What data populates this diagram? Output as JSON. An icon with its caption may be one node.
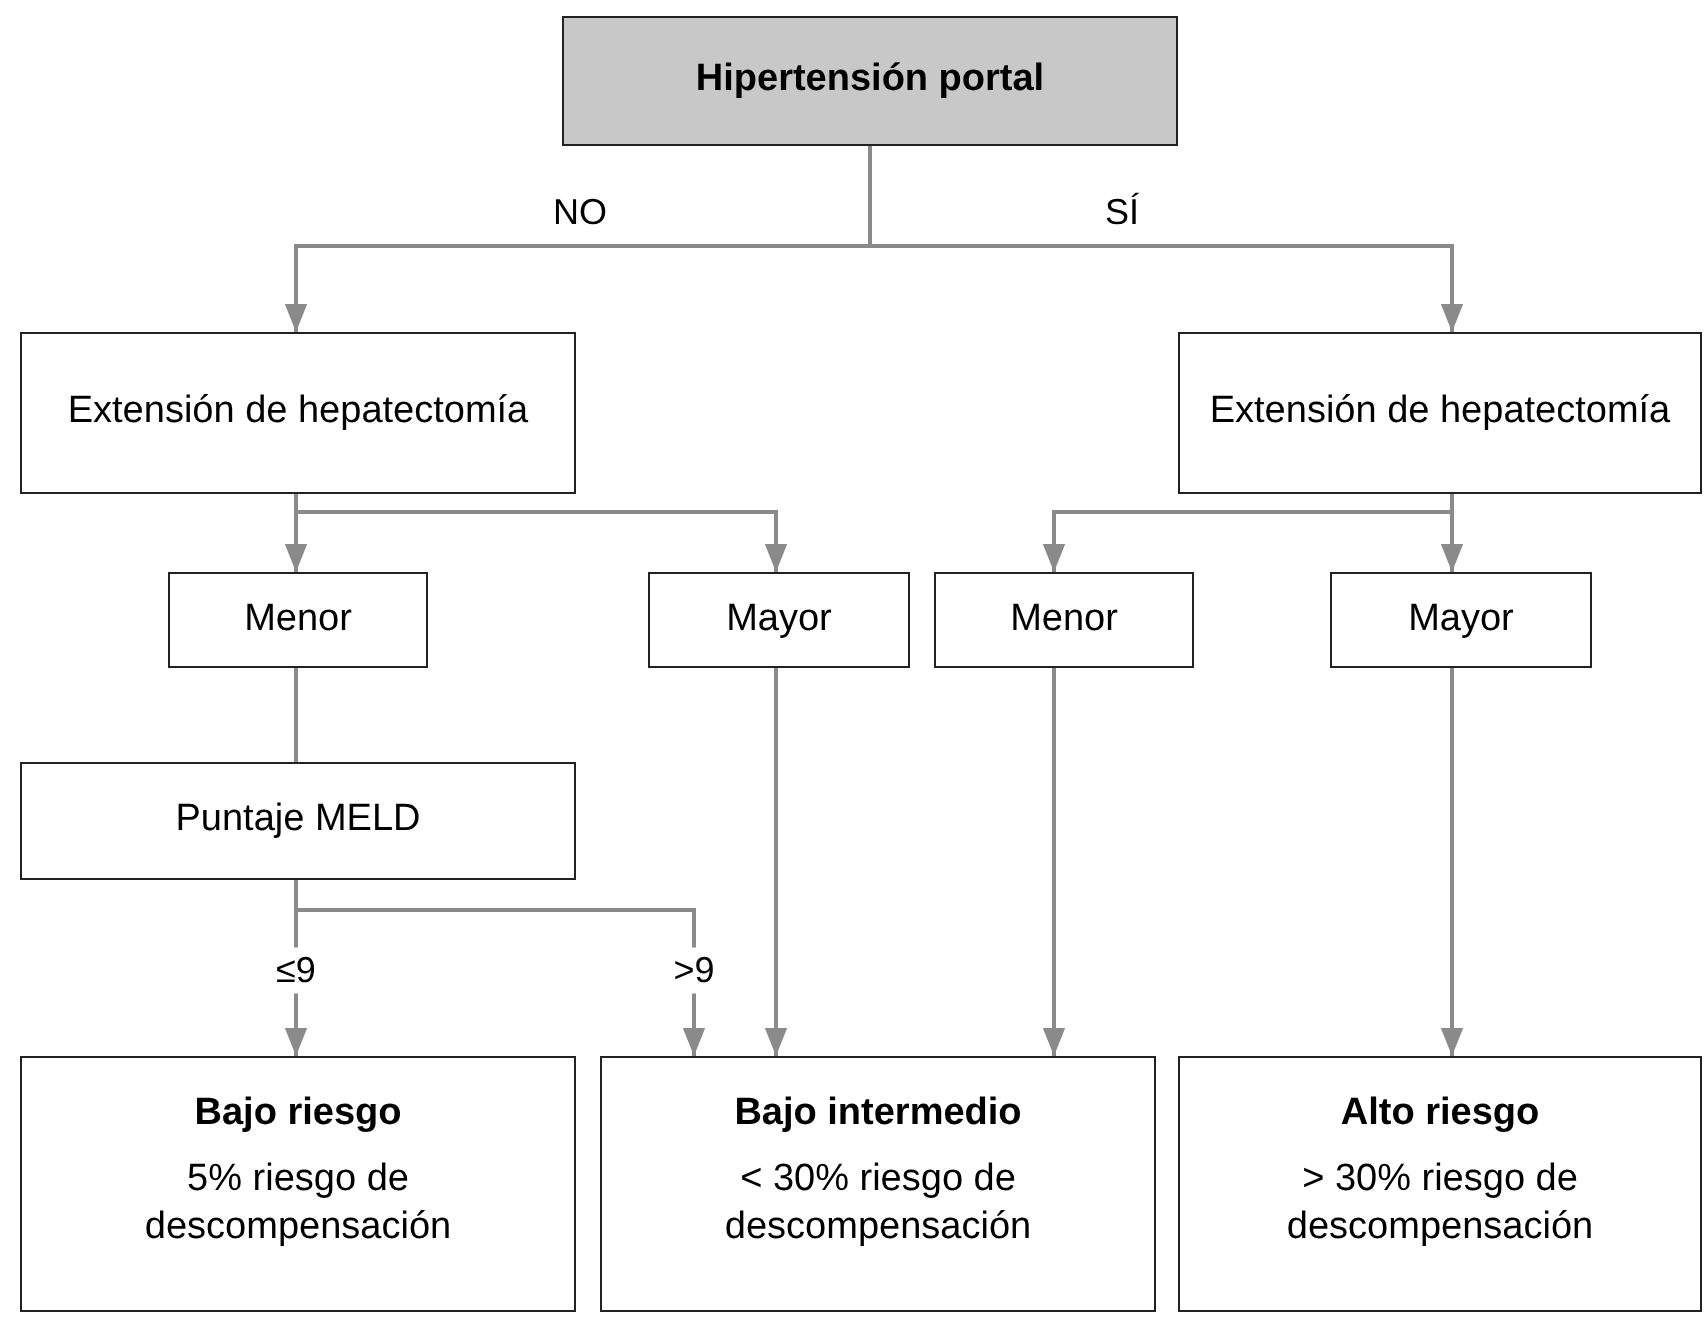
{
  "diagram": {
    "nodes": [
      {
        "text": [
          "Hipertensión portal"
        ]
      },
      {
        "text": [
          "Extensión de hepatectomía"
        ]
      },
      {
        "text": [
          "Extensión de hepatectomía"
        ]
      },
      {
        "text": [
          "Menor"
        ]
      },
      {
        "text": [
          "Mayor"
        ]
      },
      {
        "text": [
          "Menor"
        ]
      },
      {
        "text": [
          "Mayor"
        ]
      },
      {
        "text": [
          "Puntaje MELD"
        ]
      },
      {
        "text": [
          "Bajo riesgo",
          "5% riesgo de descompensación"
        ]
      },
      {
        "text": [
          "Bajo intermedio",
          "< 30% riesgo de descompensación"
        ]
      },
      {
        "text": [
          "Alto riesgo",
          "> 30% riesgo de descompensación"
        ]
      }
    ],
    "edges": [
      {
        "from": 0,
        "to": 1,
        "arrow": "to",
        "label": "NO"
      },
      {
        "from": 0,
        "to": 2,
        "arrow": "to",
        "label": "SÍ"
      },
      {
        "from": 1,
        "to": 3,
        "arrow": "to"
      },
      {
        "from": 1,
        "to": 4,
        "arrow": "to"
      },
      {
        "from": 2,
        "to": 5,
        "arrow": "to"
      },
      {
        "from": 2,
        "to": 6,
        "arrow": "to"
      },
      {
        "from": 3,
        "to": 7,
        "arrow": "none"
      },
      {
        "from": 7,
        "to": 8,
        "arrow": "to",
        "label": "≤9"
      },
      {
        "from": 7,
        "to": 9,
        "arrow": "to",
        "label": ">9"
      },
      {
        "from": 4,
        "to": 9,
        "arrow": "to"
      },
      {
        "from": 5,
        "to": 9,
        "arrow": "to"
      },
      {
        "from": 6,
        "to": 10,
        "arrow": "to"
      }
    ]
  }
}
